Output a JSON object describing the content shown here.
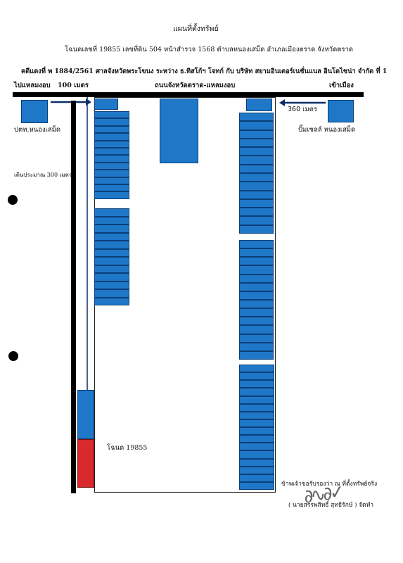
{
  "header": {
    "title": "แผนที่ตั้งทรัพย์",
    "deed_line": "โฉนดเลขที่ 19855 เลขที่ดิน 504 หน้าสำรวจ 1568 ตำบลหนองเสม็ด อำเภอเมืองตราด จังหวัดตราด",
    "case_line": "คดีแดงที่ พ 1884/2561 ศาลจังหวัดพระโขนง ระหว่าง ธ.ทิสโก้ฯ โจทก์ กับ บริษัท สยามอินเตอร์เนชั่นแนล อินโดไชน่า จำกัด ที่ 1"
  },
  "map": {
    "road_name": "ถนนจังหวัดตราด-แหลมงอบ",
    "left_direction": "ไปแหลมงอบ",
    "left_distance": "100 เมตร",
    "right_direction": "เข้าเมือง",
    "right_distance": "360 เมตร",
    "left_landmark": "ปตท.หนองเสม็ด",
    "right_landmark": "ปั๊มเชลล์ หนองเสม็ด",
    "walk_note": "เดินประมาณ 300 เมตร",
    "deed_label": "โฉนด 19855"
  },
  "footer": {
    "certify": "ข้าพเจ้าขอรับรองว่า ณ ที่ตั้งทรัพย์จริง",
    "preparer": "( นายสรรพสิทธิ์ สุทธิรักษ์ ) จัดทำ"
  },
  "colors": {
    "blue": "#1f77c8",
    "red": "#d9282e",
    "road": "#000000",
    "arrow": "#0a2f66"
  },
  "layout": {
    "col1a_rows": 12,
    "col1b_rows": 12,
    "col2a_rows": 14,
    "col2b_rows": 14,
    "col2c_rows": 16
  }
}
